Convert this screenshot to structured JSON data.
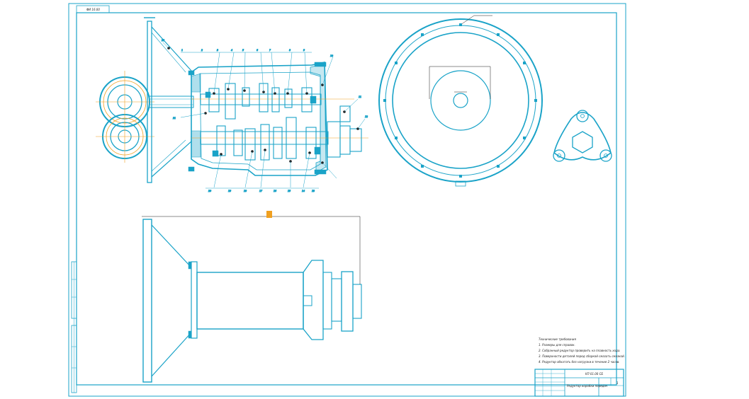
{
  "drawing": {
    "stamp_top_left": "ΦИ 16.00",
    "tech_notes": [
      "Технические требования",
      "1. Размеры для справок.",
      "2. Собранный редуктор проверить на плавность хода.",
      "3. Поверхности деталей перед сборкой смазать смазкой.",
      "4. Редуктор обкатать без нагрузки в течение 2 часов."
    ],
    "title_block": {
      "doc_number": "ΚΠ 01.00 СБ",
      "title": "Редуктор коробки передач",
      "sheet": "1"
    }
  },
  "colors": {
    "line": "#1aa3c8",
    "axis": "#f0a020",
    "fill": "#1aa3c8"
  }
}
